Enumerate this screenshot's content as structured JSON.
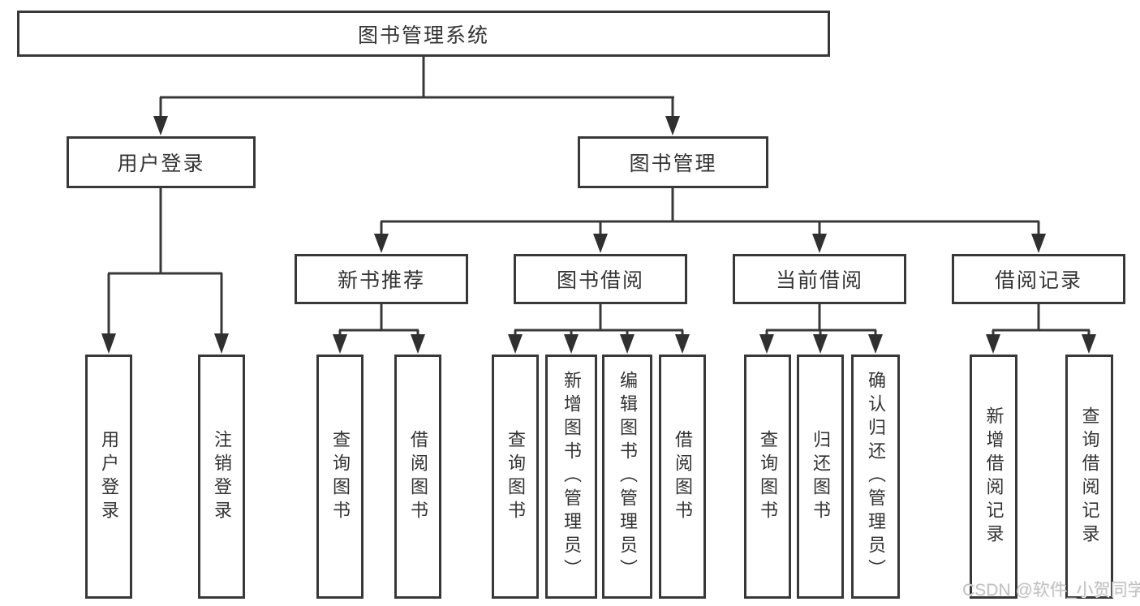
{
  "diagram": {
    "title": "图书管理系统",
    "branches": [
      {
        "label": "用户登录",
        "children": [
          {
            "label": "用户登录"
          },
          {
            "label": "注销登录"
          }
        ]
      },
      {
        "label": "图书管理",
        "children": [
          {
            "label": "新书推荐",
            "children": [
              {
                "label": "查询图书"
              },
              {
                "label": "借阅图书"
              }
            ]
          },
          {
            "label": "图书借阅",
            "children": [
              {
                "label": "查询图书"
              },
              {
                "label": "新增图书（管理员）"
              },
              {
                "label": "编辑图书（管理员）"
              },
              {
                "label": "借阅图书"
              }
            ]
          },
          {
            "label": "当前借阅",
            "children": [
              {
                "label": "查询图书"
              },
              {
                "label": "归还图书"
              },
              {
                "label": "确认归还（管理员）"
              }
            ]
          },
          {
            "label": "借阅记录",
            "children": [
              {
                "label": "新增借阅记录"
              },
              {
                "label": "查询借阅记录"
              }
            ]
          }
        ]
      }
    ]
  },
  "watermark": {
    "text": "CSDN @软件_小贺同学"
  },
  "colors": {
    "line": "#383838",
    "box_border": "#383838",
    "box_background": "#ffffff",
    "text": "#333333",
    "watermark": "#c2c2c2",
    "background": "#ffffff"
  }
}
